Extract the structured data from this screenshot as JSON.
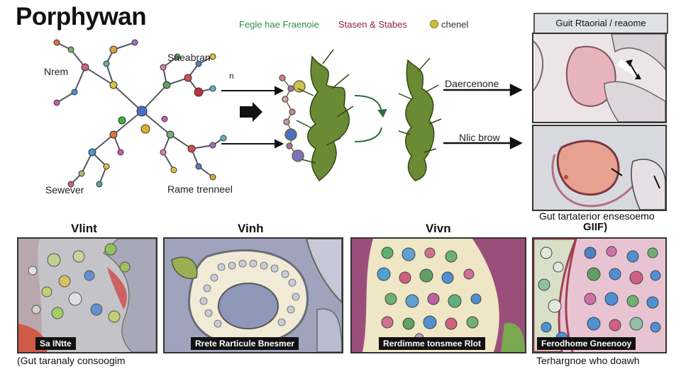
{
  "title": "Porphywan",
  "legend": {
    "green_text": "Fegle hae Fraenoie",
    "red_text": "Stasen & Stabes",
    "dot_text": "chenel",
    "green_color": "#2e8b57",
    "red_color": "#8b2240",
    "dot_color": "#c8c040"
  },
  "molecule_labels": {
    "top_left": "Nrem",
    "top_right": "Saeabran",
    "bottom_left": "Sewever",
    "bottom_right": "Rame trenneel",
    "small": "n"
  },
  "arrows": {
    "upper": "Daercenone",
    "lower": "Nlic brow"
  },
  "side": {
    "header": "Guit Rtaorial / reaome",
    "caption_line1": "Gut tartaterior ensesoemo",
    "caption_line2": "GIIF)"
  },
  "panels": [
    {
      "heading": "Vlint",
      "caption": "Sa INtte",
      "footer": "(Gut taranaly consoogim"
    },
    {
      "heading": "Vinh",
      "caption": "Rrete Rarticule Bnesmer",
      "footer": ""
    },
    {
      "heading": "Vivn",
      "caption": "Rerdimme tonsmee Rlot",
      "footer": ""
    },
    {
      "heading": "",
      "caption": "Ferodhome Gneenooy",
      "footer": "Terhargnoe who doawh"
    }
  ],
  "colors": {
    "vine_green": "#5f7f2f",
    "tissue_pink": "#e0a0a8",
    "cell_purple": "#9a4f7a"
  }
}
